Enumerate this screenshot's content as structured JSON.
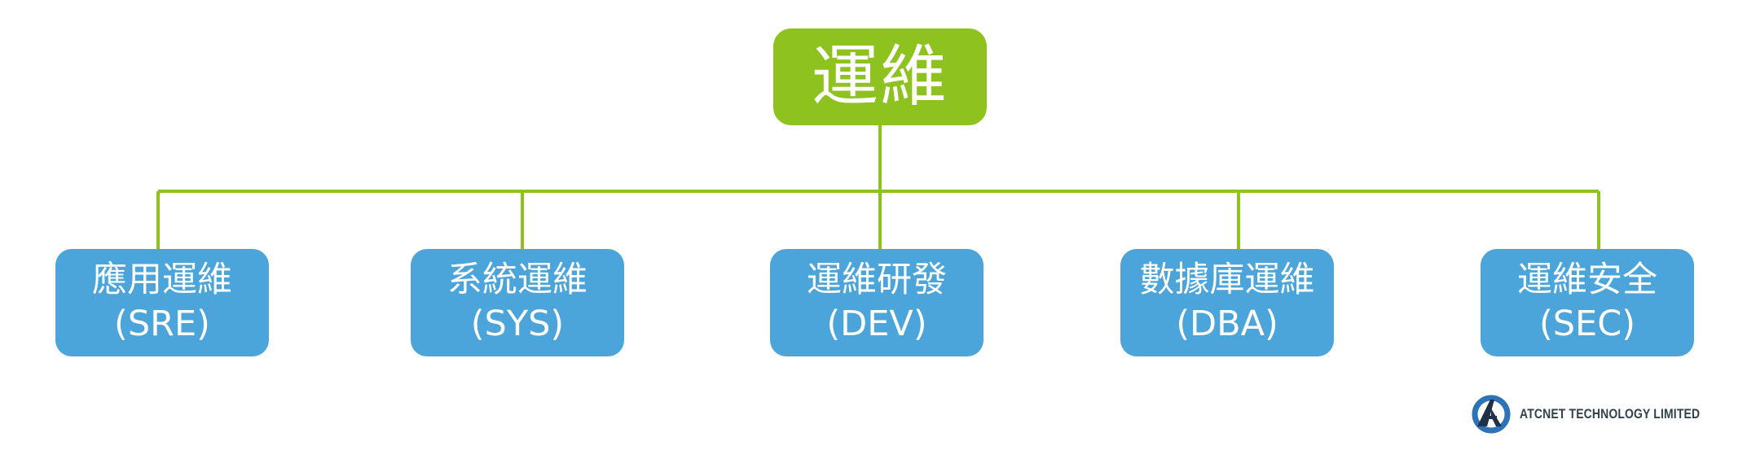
{
  "diagram": {
    "root": {
      "label": "運維"
    },
    "children": [
      {
        "label": "應用運維",
        "code": "(SRE)"
      },
      {
        "label": "系統運維",
        "code": "(SYS)"
      },
      {
        "label": "運維研發",
        "code": "(DEV)"
      },
      {
        "label": "數據庫運維",
        "code": "(DBA)"
      },
      {
        "label": "運維安全",
        "code": "(SEC)"
      }
    ]
  },
  "brand": {
    "name": "ATCNET TECHNOLOGY LIMITED",
    "logo_icon": "atcnet-logo-icon"
  },
  "colors": {
    "root_fill": "#8dc21f",
    "child_fill": "#4ba4da",
    "connector": "#8dc21f",
    "text": "#ffffff"
  }
}
